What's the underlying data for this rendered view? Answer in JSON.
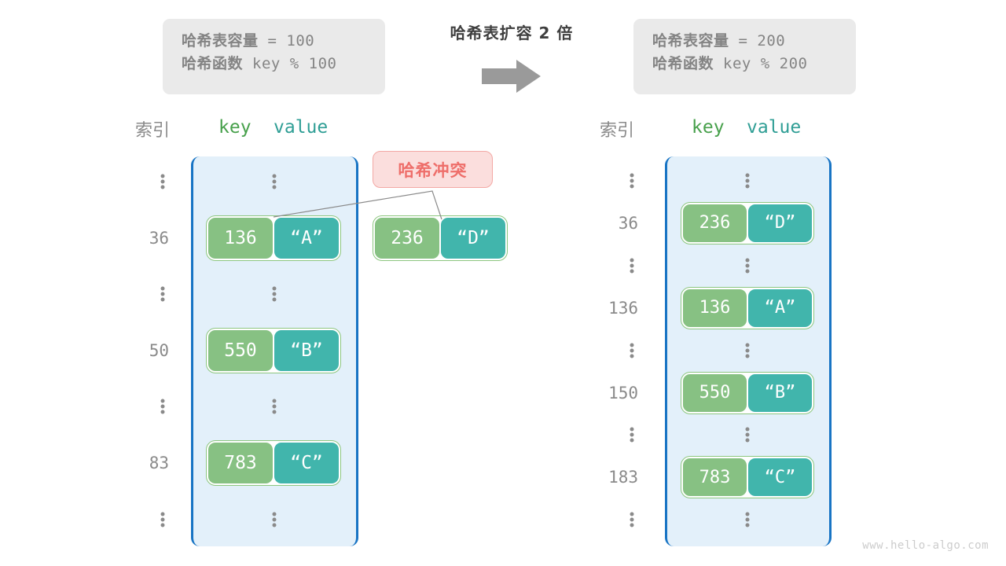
{
  "colors": {
    "key_box": "#87c183",
    "value_box": "#41b5ac",
    "bucket_fill": "#e3f0fa",
    "bucket_border": "#1874c4",
    "badge_fill": "#fbdedd",
    "badge_border": "#f3a8a4",
    "badge_text": "#ee6e6a",
    "panel_fill": "#eaeaea",
    "muted_text": "#8a8a8a"
  },
  "left_panel": {
    "capacity_label": "哈希表容量",
    "capacity_value": "= 100",
    "function_label": "哈希函数",
    "function_value": "key % 100"
  },
  "right_panel": {
    "capacity_label": "哈希表容量",
    "capacity_value": "= 200",
    "function_label": "哈希函数",
    "function_value": "key % 200"
  },
  "transition": {
    "title": "哈希表扩容 2 倍",
    "arrow_icon": "right-arrow-icon"
  },
  "collision_badge": {
    "label": "哈希冲突"
  },
  "headers": {
    "index": "索引",
    "key": "key",
    "value": "value"
  },
  "left_table": {
    "rows": [
      {
        "index": "⋮",
        "type": "ellipsis"
      },
      {
        "index": "36",
        "type": "entry",
        "key": "136",
        "value": "“A”"
      },
      {
        "index": "⋮",
        "type": "ellipsis"
      },
      {
        "index": "50",
        "type": "entry",
        "key": "550",
        "value": "“B”"
      },
      {
        "index": "⋮",
        "type": "ellipsis"
      },
      {
        "index": "83",
        "type": "entry",
        "key": "783",
        "value": "“C”"
      },
      {
        "index": "⋮",
        "type": "ellipsis"
      }
    ]
  },
  "floating_entry": {
    "key": "236",
    "value": "“D”"
  },
  "right_table": {
    "rows": [
      {
        "index": "⋮",
        "type": "ellipsis"
      },
      {
        "index": "36",
        "type": "entry",
        "key": "236",
        "value": "“D”"
      },
      {
        "index": "⋮",
        "type": "ellipsis"
      },
      {
        "index": "136",
        "type": "entry",
        "key": "136",
        "value": "“A”"
      },
      {
        "index": "⋮",
        "type": "ellipsis"
      },
      {
        "index": "150",
        "type": "entry",
        "key": "550",
        "value": "“B”"
      },
      {
        "index": "⋮",
        "type": "ellipsis"
      },
      {
        "index": "183",
        "type": "entry",
        "key": "783",
        "value": "“C”"
      },
      {
        "index": "⋮",
        "type": "ellipsis"
      }
    ]
  },
  "watermark": "www.hello-algo.com"
}
